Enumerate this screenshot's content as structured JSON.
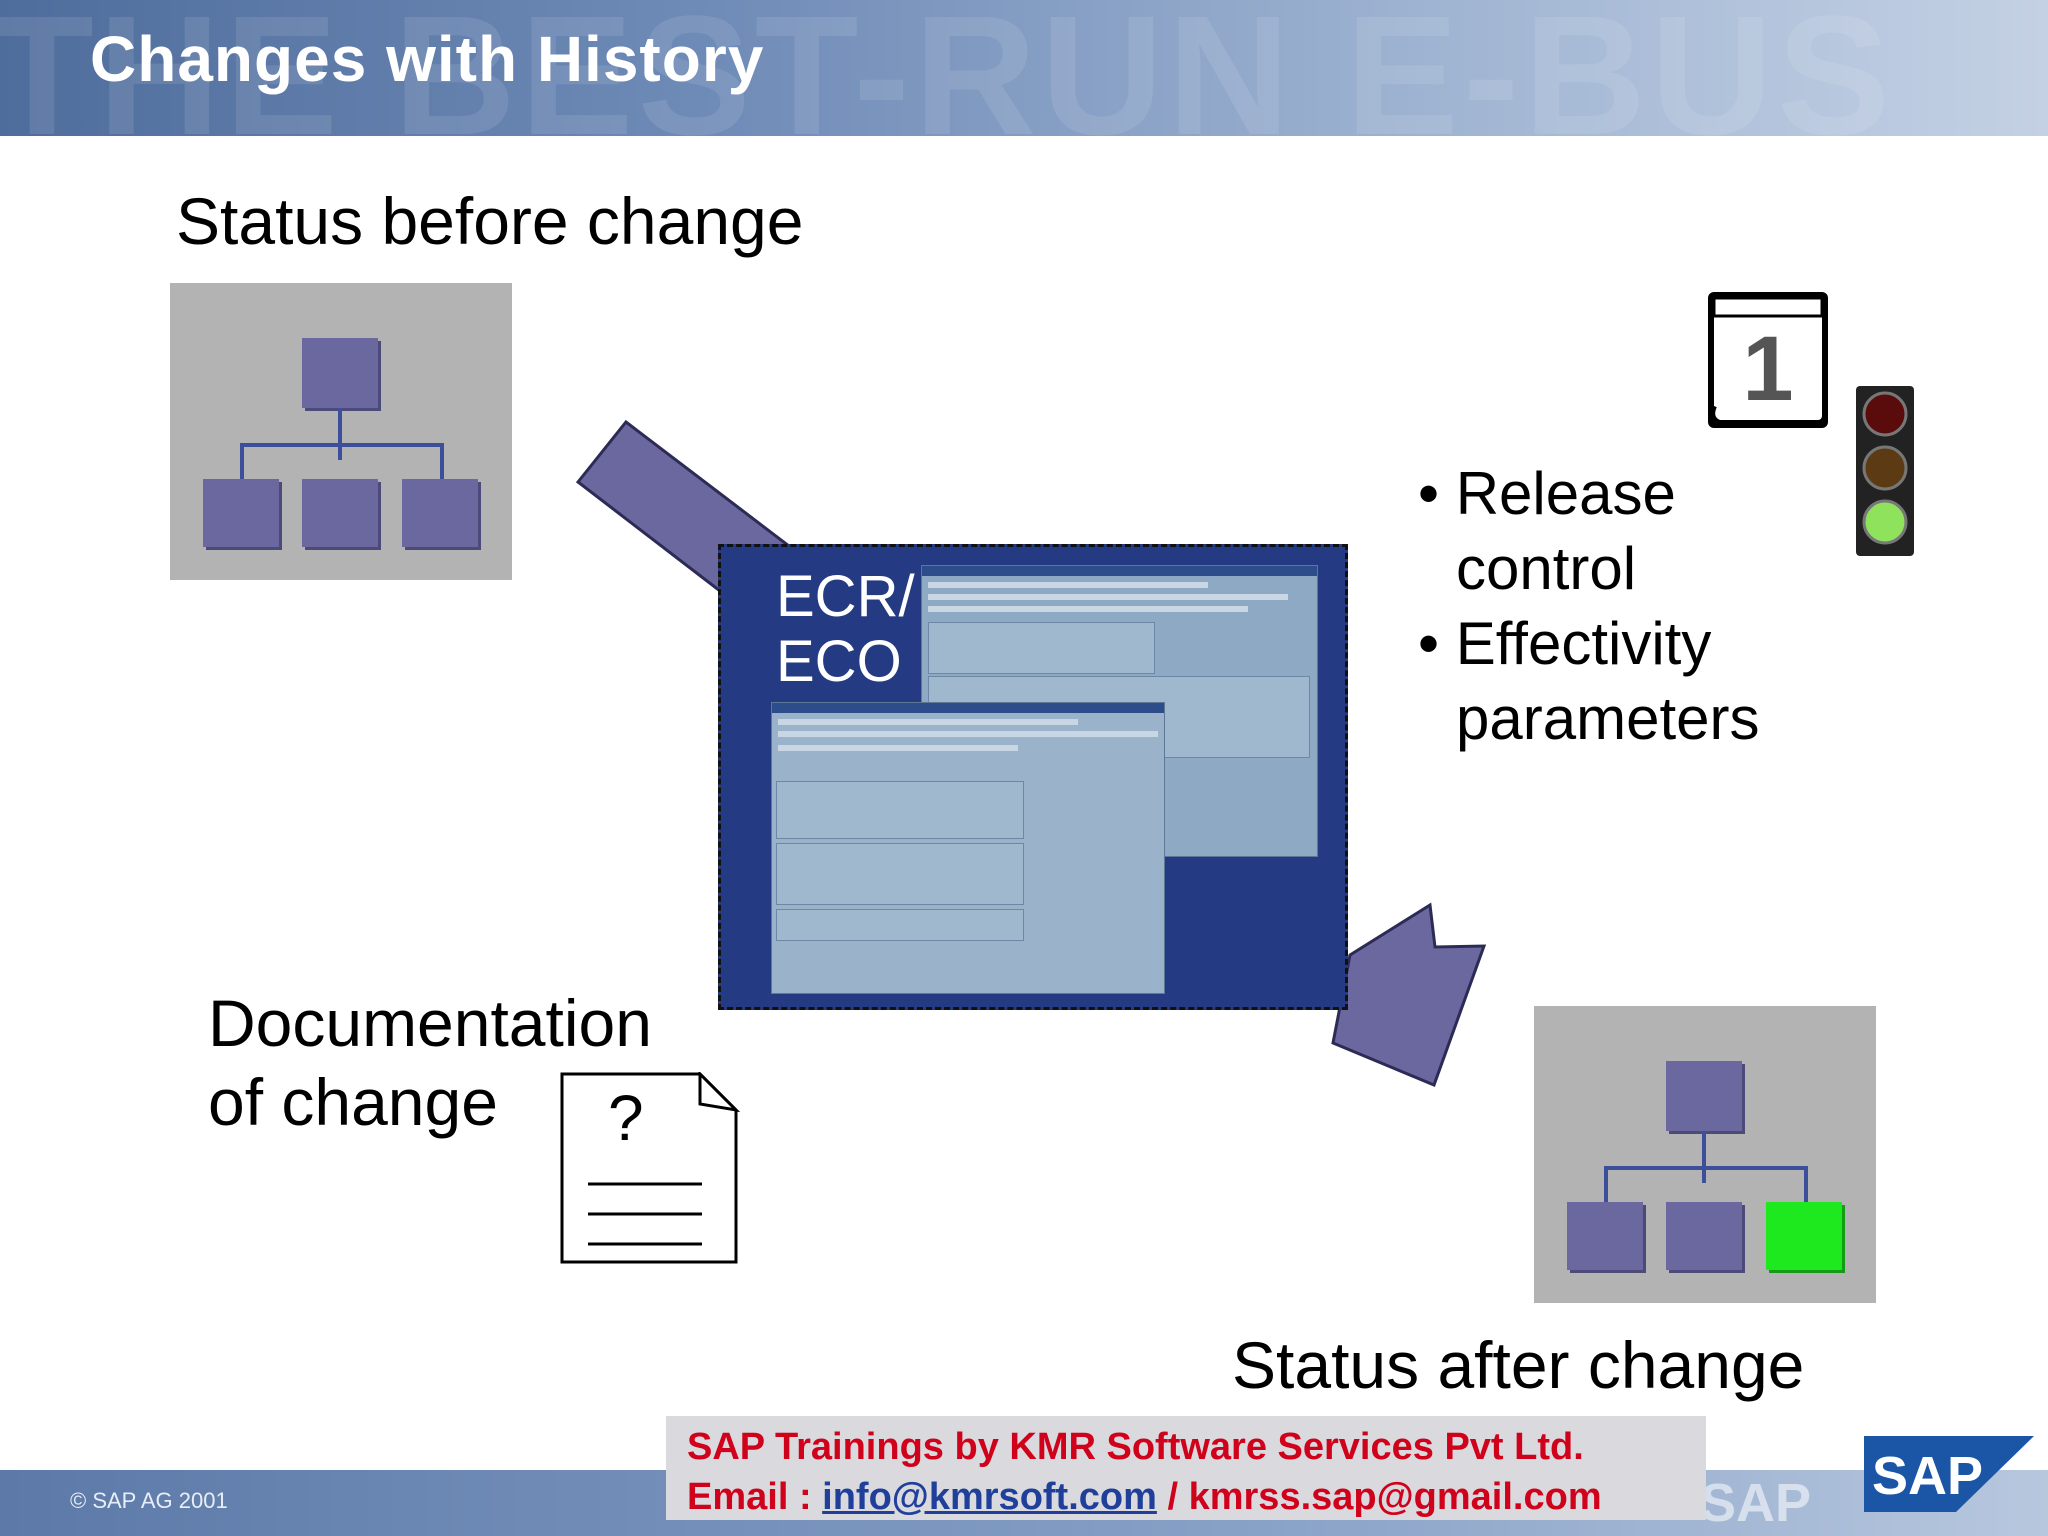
{
  "header": {
    "title": "Changes with History",
    "ghost": "THE BEST-RUN E-BUS"
  },
  "labels": {
    "before": "Status before change",
    "after": "Status after change",
    "doc_line1": "Documentation",
    "doc_line2": "of change",
    "doc_symbol": "?"
  },
  "ecr": {
    "line1": "ECR/",
    "line2": "ECO"
  },
  "bullets": [
    {
      "bullet": "•",
      "line1": "Release",
      "line2": "control"
    },
    {
      "bullet": "•",
      "line1": "Effectivity",
      "line2": "parameters"
    }
  ],
  "calendar": {
    "number": "1"
  },
  "footer": {
    "copyright": "© SAP AG 2001",
    "training": "SAP Trainings by KMR Software Services Pvt Ltd.",
    "email_label": "Email : ",
    "email1": "info@kmrsoft.com",
    "email_sep": " / ",
    "email2": "kmrss.sap@gmail.com",
    "watermark": "SAP",
    "logo_text": "SAP"
  },
  "colors": {
    "box": "#6a689e",
    "new_box": "#1ee81e",
    "ecr_bg": "#243a82",
    "footer_text": "#d0021b"
  }
}
